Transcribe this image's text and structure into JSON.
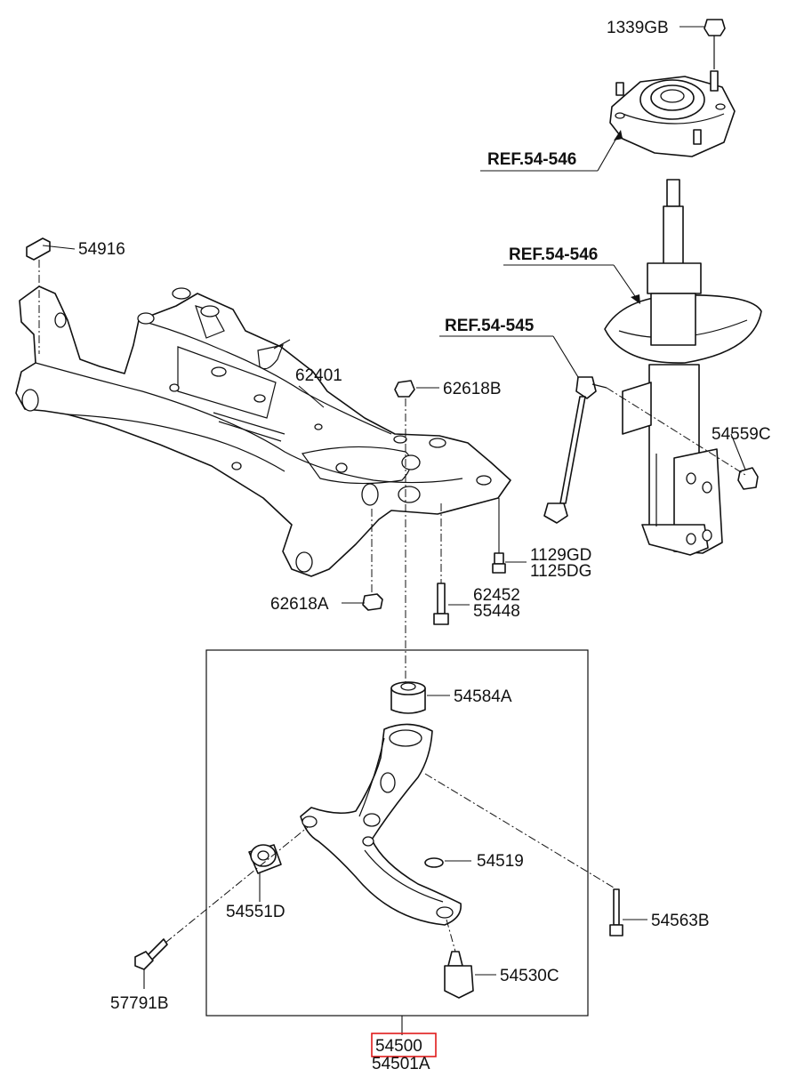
{
  "parts": {
    "p1339GB": "1339GB",
    "ref_mount": "REF.54-546",
    "ref_strut": "REF.54-546",
    "ref_link": "REF.54-545",
    "p54916": "54916",
    "p62401": "62401",
    "p62618B": "62618B",
    "p54559C": "54559C",
    "p1129GD": "1129GD",
    "p1125DG": "1125DG",
    "p62618A": "62618A",
    "p62452": "62452",
    "p55448": "55448",
    "p54584A": "54584A",
    "p54519": "54519",
    "p54551D": "54551D",
    "p54563B": "54563B",
    "p54530C": "54530C",
    "p57791B": "57791B",
    "p54500": "54500",
    "p54501A": "54501A"
  },
  "highlight": {
    "part": "54500",
    "color": "#e01b1b"
  }
}
